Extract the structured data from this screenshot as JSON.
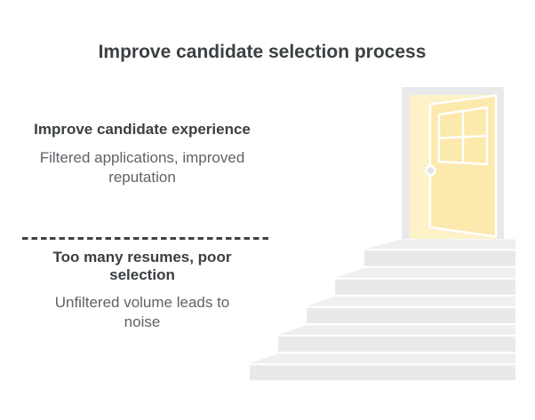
{
  "title": "Improve candidate selection process",
  "theme": {
    "bg": "#ffffff",
    "text-dark": "#3c4043",
    "text-gray": "#5f6368",
    "divider": "#3f4245",
    "door-frame": "#e9e9e9",
    "door-opening": "#fdf2c8",
    "door-panel": "#fce9ae",
    "knob-fill": "#e3e3e3",
    "outline": "#ffffff",
    "stair-tread": "#efefef",
    "stair-riser": "#e9e9e9"
  },
  "panel": {
    "sections": [
      {
        "heading_lines": [
          "Improve candidate experience"
        ],
        "body_lines": [
          "Filtered applications, improved",
          "reputation"
        ]
      },
      {
        "heading_lines": [
          "Too many resumes, poor",
          "selection"
        ],
        "body_lines": [
          "Unfiltered volume leads to",
          "noise"
        ]
      }
    ]
  },
  "illustration": {
    "icons": [
      "open-door-icon",
      "staircase-icon"
    ],
    "step_count": 5
  }
}
